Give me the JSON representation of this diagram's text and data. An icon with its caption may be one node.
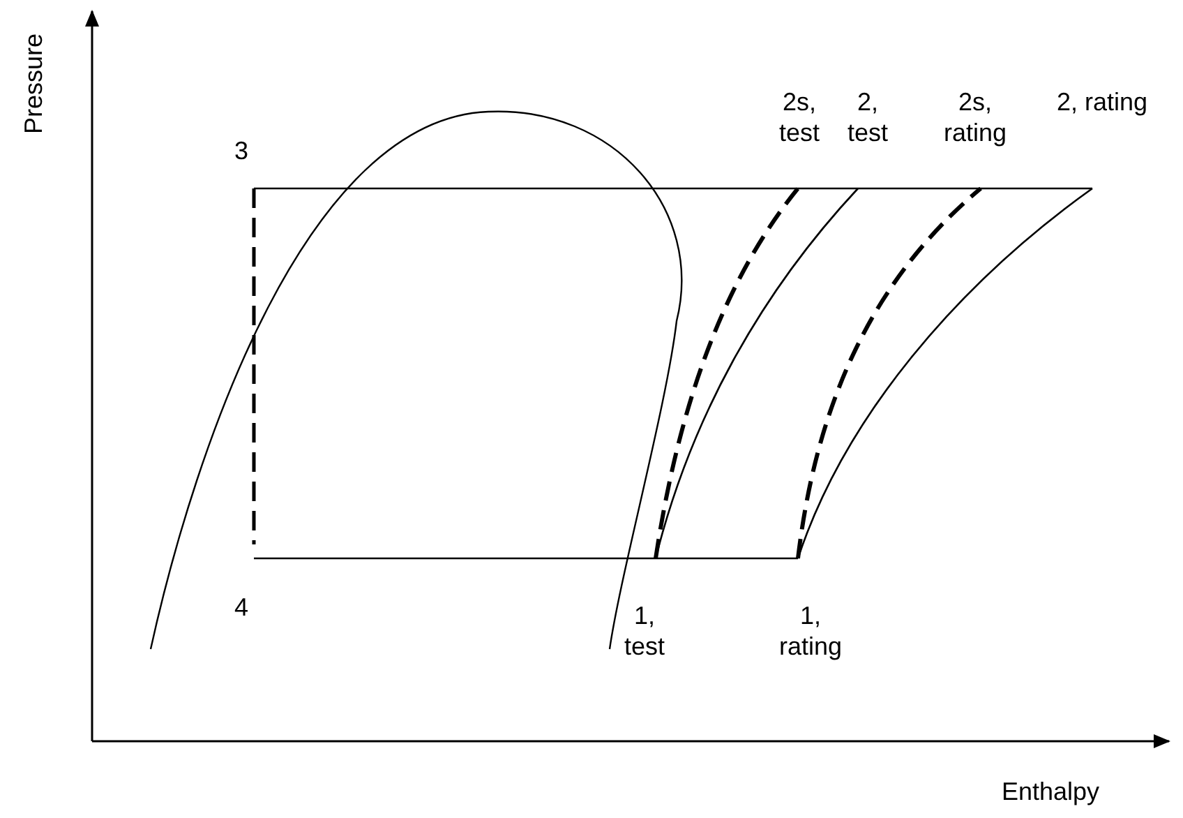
{
  "diagram": {
    "labels": [
      "Pressure",
      "3",
      "2s, test",
      "2, test",
      "2s, rating",
      "2, rating",
      "4",
      "1, test",
      "1, rating",
      "Enthalpy"
    ]
  }
}
